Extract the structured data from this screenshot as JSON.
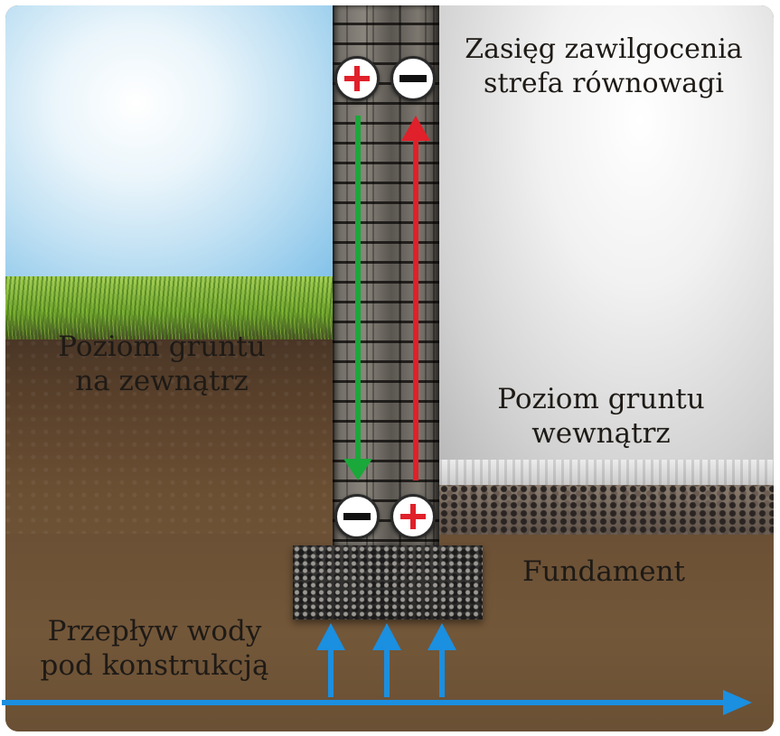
{
  "labels": {
    "moisture_line1": "Zasięg zawilgocenia",
    "moisture_line2": "strefa równowagi",
    "ground_outside_line1": "Poziom gruntu",
    "ground_outside_line2": "na zewnątrz",
    "ground_inside_line1": "Poziom gruntu",
    "ground_inside_line2": "wewnątrz",
    "foundation": "Fundament",
    "water_flow_line1": "Przepływ wody",
    "water_flow_line2": "pod konstrukcją"
  },
  "badges": {
    "top_left": "plus",
    "top_right": "minus",
    "bottom_left": "minus",
    "bottom_right": "plus"
  },
  "colors": {
    "arrow_down": "#1aa83a",
    "arrow_up": "#e0202a",
    "water_arrows": "#1b8fe0",
    "plus_sign": "#e0202a",
    "minus_sign": "#111111"
  }
}
